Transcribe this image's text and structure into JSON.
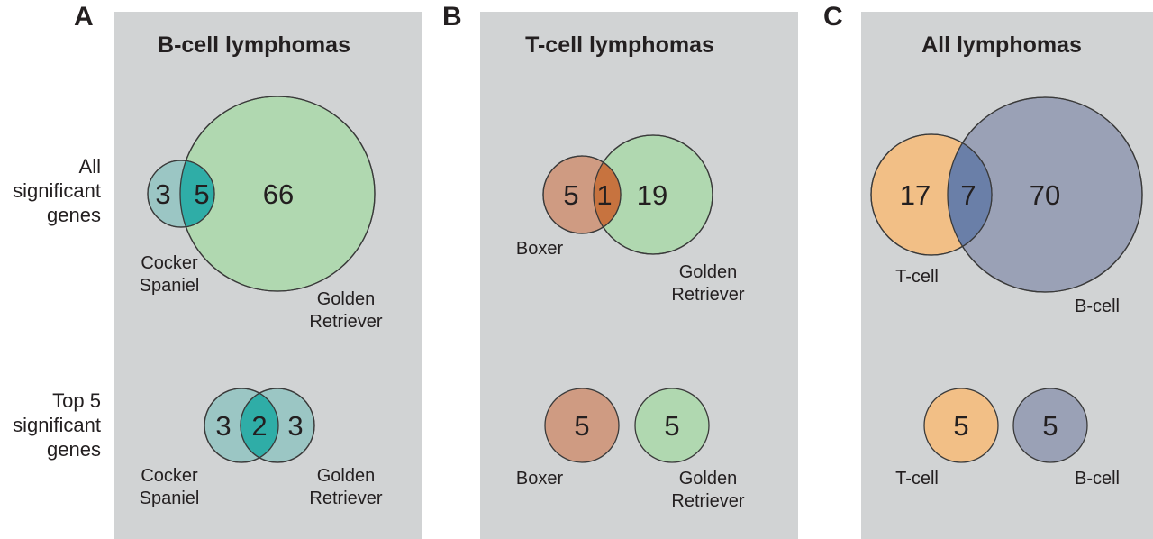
{
  "row_labels": {
    "all": [
      "All",
      "significant",
      "genes"
    ],
    "top5": [
      "Top 5",
      "significant",
      "genes"
    ]
  },
  "colors": {
    "panel_bg": "#d1d3d4",
    "cocker": "#9bc6c4",
    "cocker_overlap": "#2fada7",
    "golden": "#b0d8b0",
    "boxer": "#cf9b82",
    "boxer_overlap": "#c7733f",
    "tcell": "#f2bf86",
    "bcell": "#9aa1b6",
    "tb_overlap": "#6a7fa8",
    "top5_overlap": "#2fada7"
  },
  "panels": [
    {
      "letter": "A",
      "title": "B-cell lymphomas",
      "all": {
        "left": "3",
        "overlap": "5",
        "right": "66",
        "left_label": [
          "Cocker",
          "Spaniel"
        ],
        "right_label": [
          "Golden",
          "Retriever"
        ]
      },
      "top5": {
        "left": "3",
        "overlap": "2",
        "right": "3",
        "left_label": [
          "Cocker",
          "Spaniel"
        ],
        "right_label": [
          "Golden",
          "Retriever"
        ]
      }
    },
    {
      "letter": "B",
      "title": "T-cell lymphomas",
      "all": {
        "left": "5",
        "overlap": "1",
        "right": "19",
        "left_label": [
          "Boxer"
        ],
        "right_label": [
          "Golden",
          "Retriever"
        ]
      },
      "top5": {
        "left": "5",
        "right": "5",
        "left_label": [
          "Boxer"
        ],
        "right_label": [
          "Golden",
          "Retriever"
        ]
      }
    },
    {
      "letter": "C",
      "title": "All lymphomas",
      "all": {
        "left": "17",
        "overlap": "7",
        "right": "70",
        "left_label": [
          "T-cell"
        ],
        "right_label": [
          "B-cell"
        ]
      },
      "top5": {
        "left": "5",
        "right": "5",
        "left_label": [
          "T-cell"
        ],
        "right_label": [
          "B-cell"
        ]
      }
    }
  ]
}
